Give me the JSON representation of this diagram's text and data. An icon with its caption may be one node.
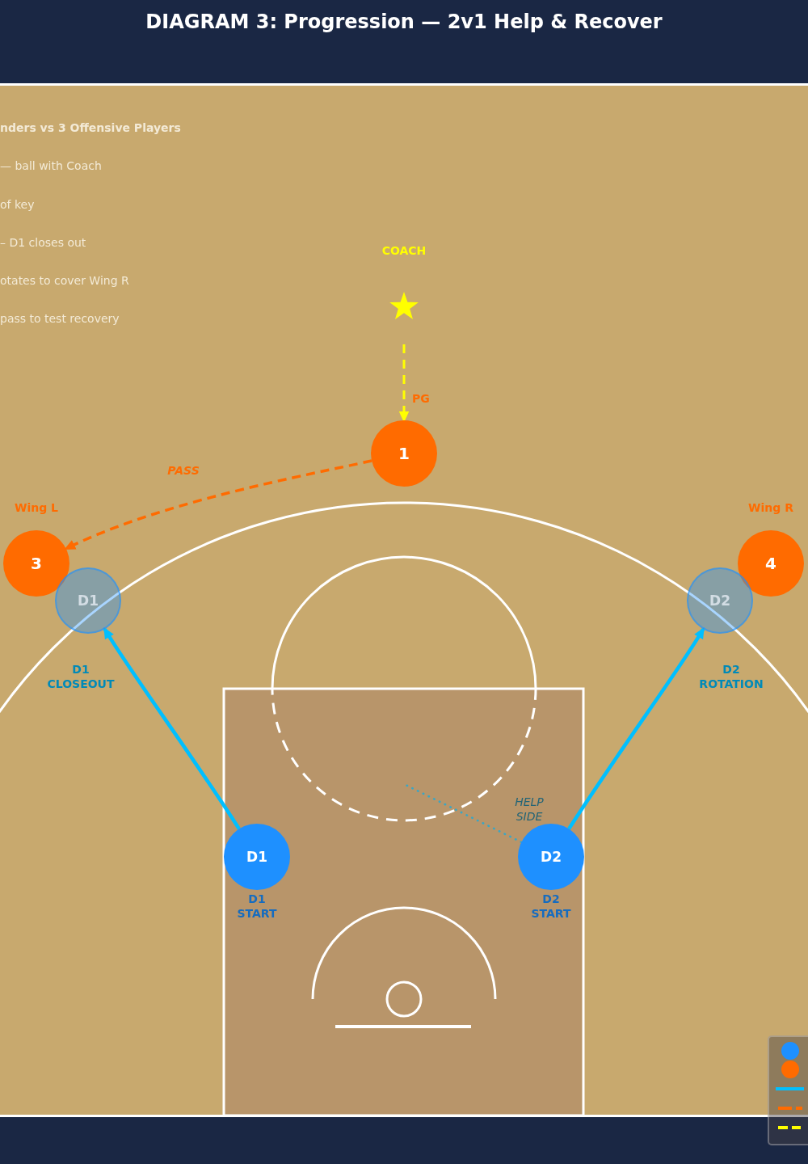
{
  "diagram": {
    "title": "DIAGRAM 3: Progression — 2v1 Help & Recover",
    "nodes": [
      {
        "text": [
          "COACH"
        ]
      },
      {
        "text": [
          "1"
        ],
        "beside": [
          "PG"
        ]
      },
      {
        "text": [
          "3"
        ],
        "beside": [
          "Wing L"
        ]
      },
      {
        "text": [
          "4"
        ],
        "beside": [
          "Wing R"
        ]
      },
      {
        "text": [
          "D1"
        ]
      },
      {
        "text": [
          "D2"
        ]
      },
      {
        "text": [
          "D1"
        ],
        "beside": [
          "D1 START"
        ]
      },
      {
        "text": [
          "D2"
        ],
        "beside": [
          "D2 START"
        ]
      }
    ],
    "edges": [
      {
        "from": 0,
        "to": 1,
        "arrow": "to",
        "style": "dashed",
        "color": "#ffff00"
      },
      {
        "from": 1,
        "to": 2,
        "arrow": "to",
        "label": "PASS",
        "style": "dashed",
        "color": "#ff6b00"
      },
      {
        "from": 6,
        "to": 4,
        "arrow": "to",
        "label": "D1 CLOSEOUT",
        "color": "#00bfff"
      },
      {
        "from": 7,
        "to": 5,
        "arrow": "to",
        "label": "D2 ROTATION",
        "color": "#00bfff"
      },
      {
        "from": 7,
        "to": null,
        "arrow": "none",
        "label": "HELP SIDE",
        "style": "dashed",
        "color": "#3aa6c4"
      }
    ],
    "labels": [
      "nders vs 3 Offensive Players",
      "— ball with Coach",
      "of key",
      "– D1 closes out",
      "otates to cover Wing R",
      "pass to test recovery"
    ]
  }
}
